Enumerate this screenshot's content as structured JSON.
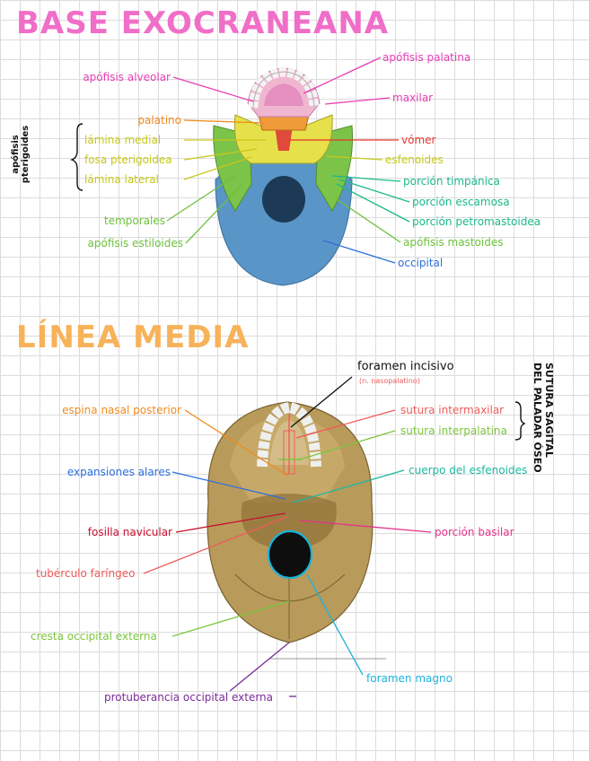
{
  "section1": {
    "title": "BASE EXOCRANEANA",
    "title_color": "#f06ec8",
    "group_label_line1": "apófisis",
    "group_label_line2": "pterigoides",
    "labels": {
      "apofisis_alveolar": "apófisis alveolar",
      "palatino": "palatino",
      "lamina_medial": "lámina medial",
      "fosa_pterigoidea": "fosa pterigoidea",
      "lamina_lateral": "lámina lateral",
      "temporales": "temporales",
      "apofisis_estiloides": "apófisis estiloides",
      "apofisis_palatina": "apófisis palatina",
      "maxilar": "maxilar",
      "vomer": "vómer",
      "esfenoides": "esfenoides",
      "porcion_timpanica": "porción timpánica",
      "porcion_escamosa": "porción escamosa",
      "porcion_petromastoidea": "porción petromastoidea",
      "apofisis_mastoides": "apófisis mastoides",
      "occipital": "occipital"
    },
    "colors": {
      "pink": "#e63fb4",
      "orange": "#f08a1c",
      "yellow": "#c8c81a",
      "green": "#6cc23c",
      "teal": "#1ab98a",
      "red": "#e8332a",
      "blue": "#2d6fd6"
    }
  },
  "section2": {
    "title": "LÍNEA MEDIA",
    "title_color": "#f7b25a",
    "vertical_label_line1": "SUTURA SAGITAL",
    "vertical_label_line2": "DEL PALADAR ÓSEO",
    "labels": {
      "foramen_incisivo": "foramen incisivo",
      "n_nasopalatino": "(n. nasopalatino)",
      "espina_nasal_posterior": "espina nasal posterior",
      "sutura_intermaxilar": "sutura intermaxilar",
      "sutura_interpalatina": "sutura interpalatina",
      "expansiones_alares": "expansiones alares",
      "cuerpo_del_esfenoides": "cuerpo del esfenoides",
      "fosilla_navicular": "fosilla navicular",
      "porcion_basilar": "porción basilar",
      "tuberculo_faringeo": "tubérculo faríngeo",
      "cresta_occipital_externa": "cresta occipital externa",
      "foramen_magno": "foramen magno",
      "protuberancia_occipital_externa": "protuberancia occipital externa"
    },
    "colors": {
      "black": "#111111",
      "orange": "#f08a1c",
      "salmon": "#f05a5a",
      "green": "#7cc63c",
      "blue": "#2a6fe0",
      "teal": "#1ab9a0",
      "darkred": "#c8102e",
      "pink": "#e6328c",
      "cyan": "#1ab4dc",
      "purple": "#7a2a96",
      "bone": "#b89a5a"
    }
  }
}
